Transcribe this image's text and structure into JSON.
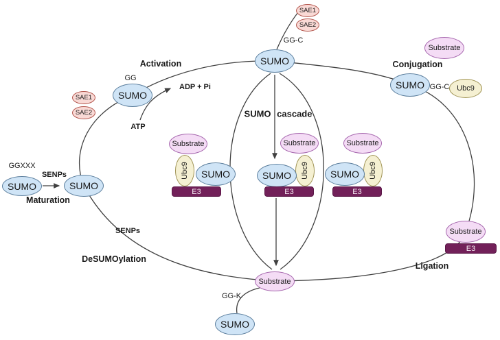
{
  "node_labels": {
    "sumo": "SUMO",
    "substrate": "Substrate",
    "ubc9": "Ubc9",
    "sae1": "SAE1",
    "sae2": "SAE2",
    "e3": "E3"
  },
  "stage_labels": {
    "activation": "Activation",
    "conjugation": "Conjugation",
    "sumo_cascade": "SUMO cascade",
    "maturation": "Maturation",
    "desumoylation": "DeSUMOylation",
    "ligation": "Ligation"
  },
  "tags": {
    "ggxxx": "GGXXX",
    "gg": "GG",
    "gg_c_top": "GG-C",
    "gg_c_conj": "GG-C",
    "gg_k": "GG-K",
    "atp": "ATP",
    "adp_pi": "ADP + Pi",
    "senps_maturation": "SENPs",
    "senps_desumoylation": "SENPs"
  },
  "colors": {
    "sumo_fill": "#cfe4f6",
    "sumo_stroke": "#5b7e9d",
    "sae_fill": "#f9d9d5",
    "sae_stroke": "#b2544b",
    "substrate_fill": "#f4dcf5",
    "substrate_stroke": "#a667ae",
    "ubc9_fill": "#f5f0d2",
    "ubc9_stroke": "#9f9354",
    "e3_fill": "#722059",
    "e3_text": "#f9eef6",
    "line": "#404040",
    "text": "#1a1a1a"
  }
}
